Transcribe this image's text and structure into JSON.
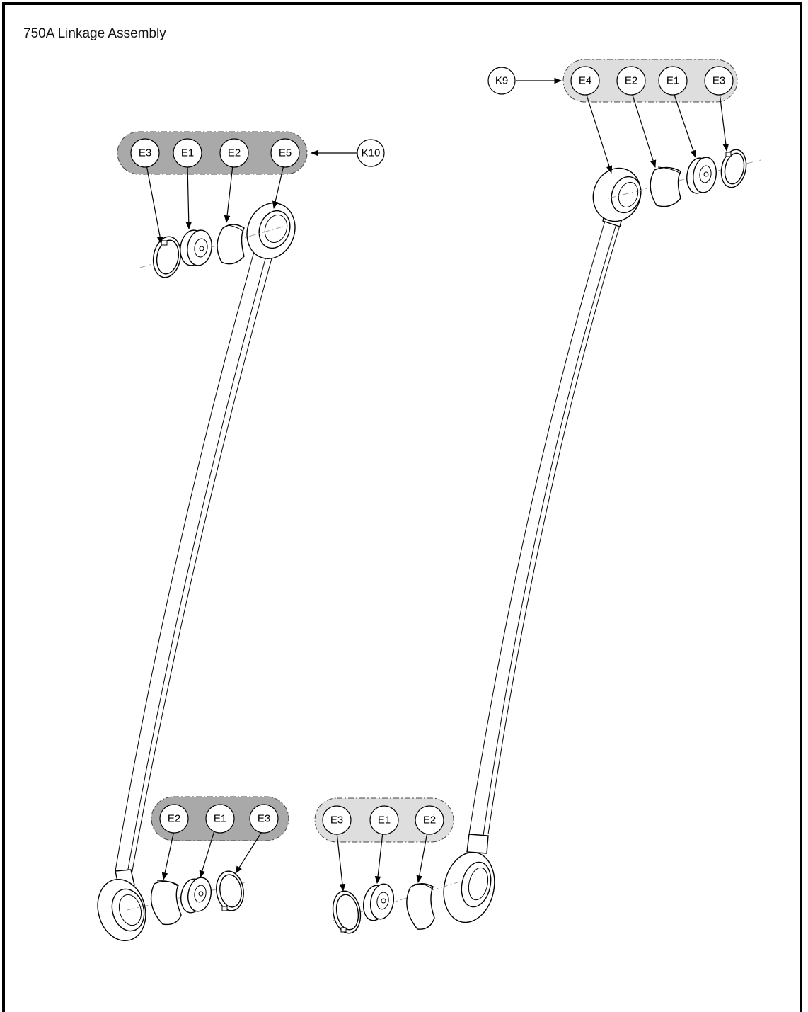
{
  "title": "750A Linkage Assembly",
  "colors": {
    "dark_group": "#a9a9a9",
    "light_group": "#dedede",
    "line": "#000000"
  },
  "assemblies": [
    {
      "kit": "K10",
      "parts": [
        "E3",
        "E1",
        "E2",
        "E5"
      ]
    },
    {
      "kit": "K9",
      "parts": [
        "E4",
        "E2",
        "E1",
        "E3"
      ]
    },
    {
      "parts": [
        "E2",
        "E1",
        "E3"
      ]
    },
    {
      "parts": [
        "E3",
        "E1",
        "E2"
      ]
    }
  ]
}
